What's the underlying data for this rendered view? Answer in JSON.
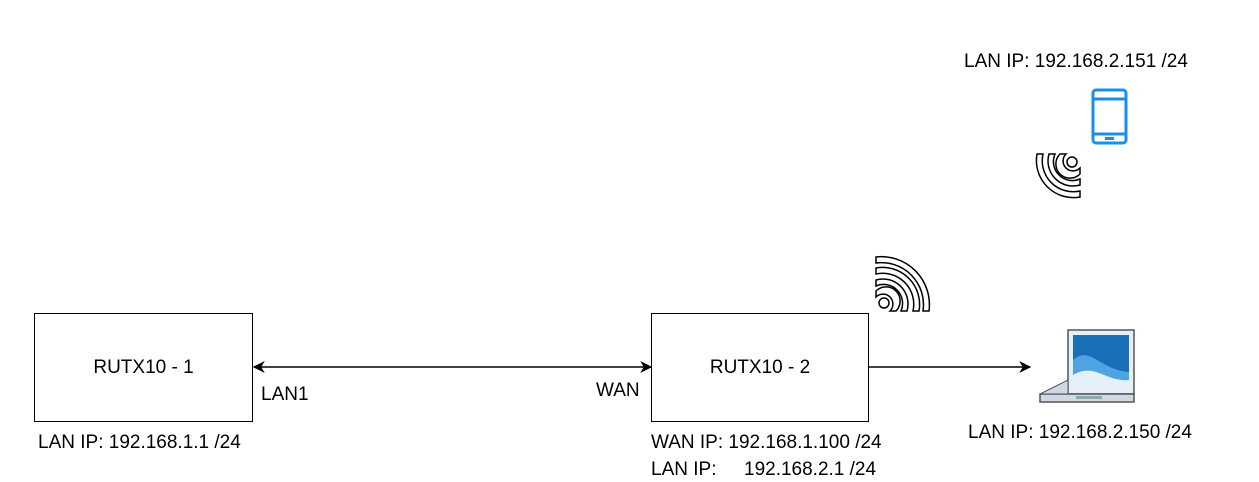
{
  "router1": {
    "name": "RUTX10 - 1",
    "lan_ip": "LAN IP: 192.168.1.1 /24"
  },
  "router2": {
    "name": "RUTX10 - 2",
    "wan_ip": "WAN IP: 192.168.1.100 /24",
    "lan_ip_label": "LAN IP:",
    "lan_ip_value": "192.168.2.1 /24"
  },
  "link": {
    "port_a": "LAN1",
    "port_b": "WAN"
  },
  "phone": {
    "lan_ip": "LAN IP: 192.168.2.151 /24",
    "icon": "smartphone-icon",
    "color": "#1a8fe8"
  },
  "laptop": {
    "lan_ip": "LAN IP: 192.168.2.150 /24",
    "icon": "laptop-icon",
    "color": "#1a70b8"
  },
  "wifi": {
    "icon": "wifi-signal-icon",
    "color": "#000000"
  }
}
